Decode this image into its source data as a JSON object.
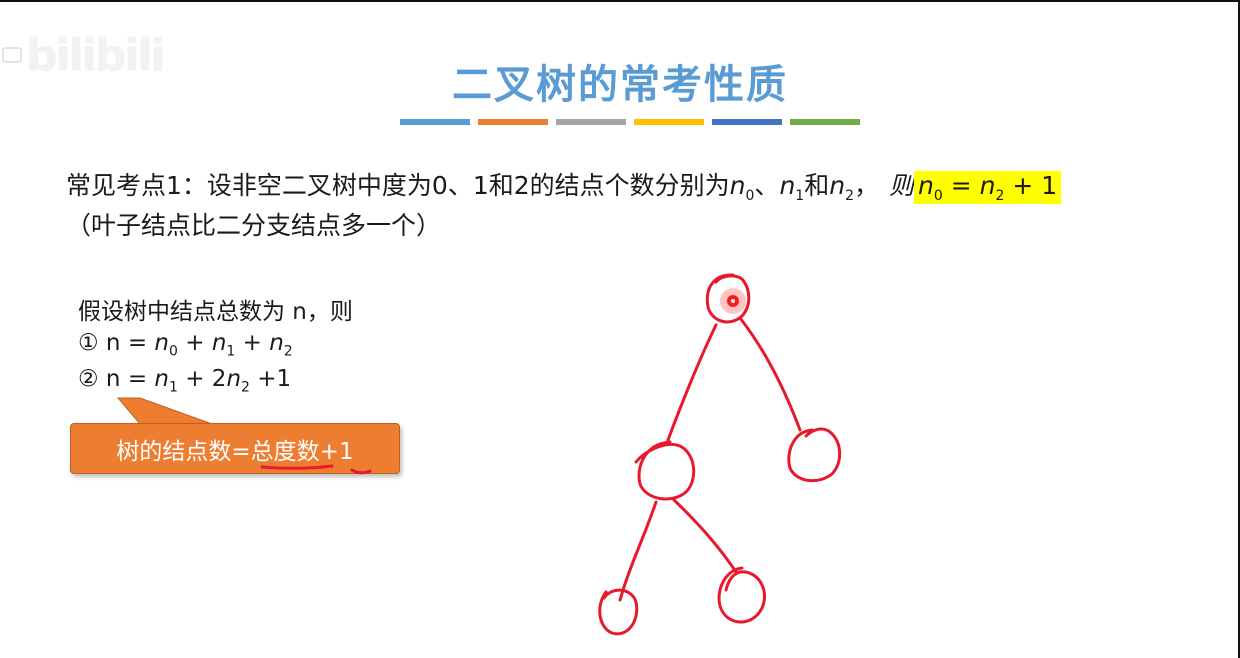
{
  "watermark": {
    "text": "bilibili"
  },
  "title": "二叉树的常考性质",
  "accent_bars": [
    "#5b9bd5",
    "#ed7d31",
    "#a5a5a5",
    "#ffc000",
    "#4472c4",
    "#70ad47"
  ],
  "point1": {
    "prefix": "常见考点1：设非空二叉树中度为0、1和2的结点个数分别为",
    "n": "n",
    "sub0": "0",
    "sep1": "、",
    "sub1": "1",
    "and": "和",
    "sub2": "2",
    "comma": "，",
    "then": "则",
    "formula_mid": " = ",
    "formula_end": " + 1",
    "line2": "（叶子结点比二分支结点多一个）"
  },
  "assume": "假设树中结点总数为 n，则",
  "eq1": {
    "lead": "① n = ",
    "plus": " + "
  },
  "eq2": {
    "lead": "② n = ",
    "plus_two": " + 2",
    "end": " +1"
  },
  "callout": {
    "text": "树的结点数=总度数+1",
    "bg": "#ed7d31"
  },
  "annotation_color": "#e8192c"
}
